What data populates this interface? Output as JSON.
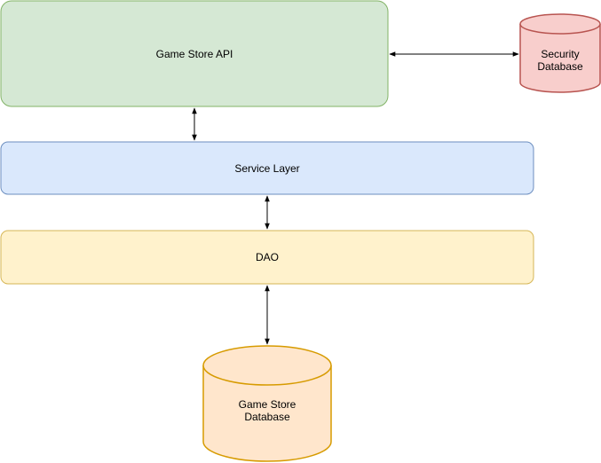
{
  "diagram": {
    "nodes": {
      "api": {
        "label": "Game Store API",
        "fill": "#d5e8d4",
        "stroke": "#82b366"
      },
      "service": {
        "label": "Service Layer",
        "fill": "#dae8fc",
        "stroke": "#6c8ebf"
      },
      "dao": {
        "label": "DAO",
        "fill": "#fff2cc",
        "stroke": "#d6b656"
      },
      "security_db": {
        "line1": "Security",
        "line2": "Database",
        "fill": "#f8cecc",
        "stroke": "#b85450"
      },
      "game_db": {
        "line1": "Game Store",
        "line2": "Database",
        "fill": "#ffe6cc",
        "stroke": "#d79b00"
      }
    },
    "edges": [
      {
        "from": "api",
        "to": "security_db",
        "style": "bidirectional-arrow"
      },
      {
        "from": "api",
        "to": "service",
        "style": "bidirectional-arrow"
      },
      {
        "from": "service",
        "to": "dao",
        "style": "bidirectional-arrow"
      },
      {
        "from": "dao",
        "to": "game_db",
        "style": "bidirectional-arrow"
      }
    ]
  }
}
